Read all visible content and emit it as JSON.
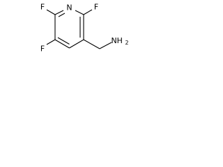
{
  "molecule": {
    "atoms": {
      "nitrogen_ring": "N",
      "fluorine_top_left": "F",
      "fluorine_top_right": "F",
      "fluorine_bottom_left": "F",
      "amine_group": "NH2"
    },
    "colors": {
      "bond": "#000000",
      "label": "#000000",
      "background": "#ffffff"
    }
  }
}
